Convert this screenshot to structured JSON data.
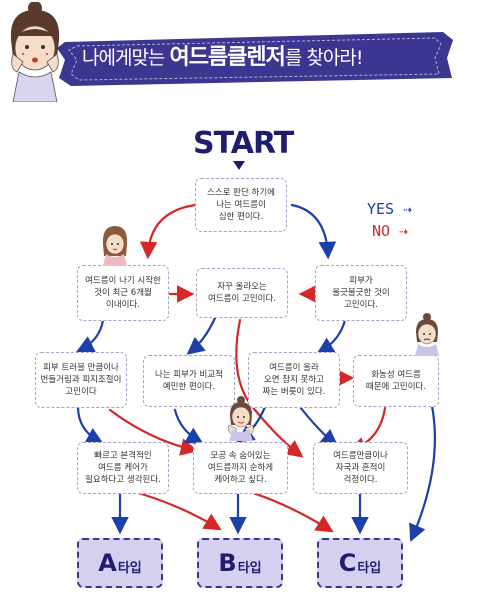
{
  "banner": {
    "text_before": "나에게맞는 ",
    "text_strong": "여드름클렌저",
    "text_after": "를 찾아라!"
  },
  "start_label": "START",
  "legend": {
    "yes": "YES",
    "no": "NO"
  },
  "boxes": [
    "스스로 판단 하기에\n나는 여드름이\n심한 편이다.",
    "여드름이 나기 시작한\n것이 최근 6개월\n이내이다.",
    "자꾸 올라오는\n여드름이 고민이다.",
    "피부가\n울긋불긋한 것이\n고민이다.",
    "피부 트러블 만큼이나\n번들거림과 피지조절이\n고민이다",
    "나는 피부가 비교적\n예민한 편이다.",
    "여드름이 올라\n오면 참지 못하고\n짜는 버릇이 있다.",
    "화농성 여드름\n때문에 고민이다.",
    "빠르고 본격적인\n여드름 케어가\n필요하다고 생각된다.",
    "모공 속 숨어있는\n여드름까지 순하게\n케어하고 싶다.",
    "여드름만큼이나\n자국과 흔적이\n걱정이다."
  ],
  "results": [
    {
      "letter": "A",
      "suffix": "타입"
    },
    {
      "letter": "B",
      "suffix": "타입"
    },
    {
      "letter": "C",
      "suffix": "타입"
    }
  ],
  "colors": {
    "yes": "#1c3fa8",
    "no": "#d42828",
    "banner": "#3c3690",
    "result_fill": "#d5d0f0"
  }
}
